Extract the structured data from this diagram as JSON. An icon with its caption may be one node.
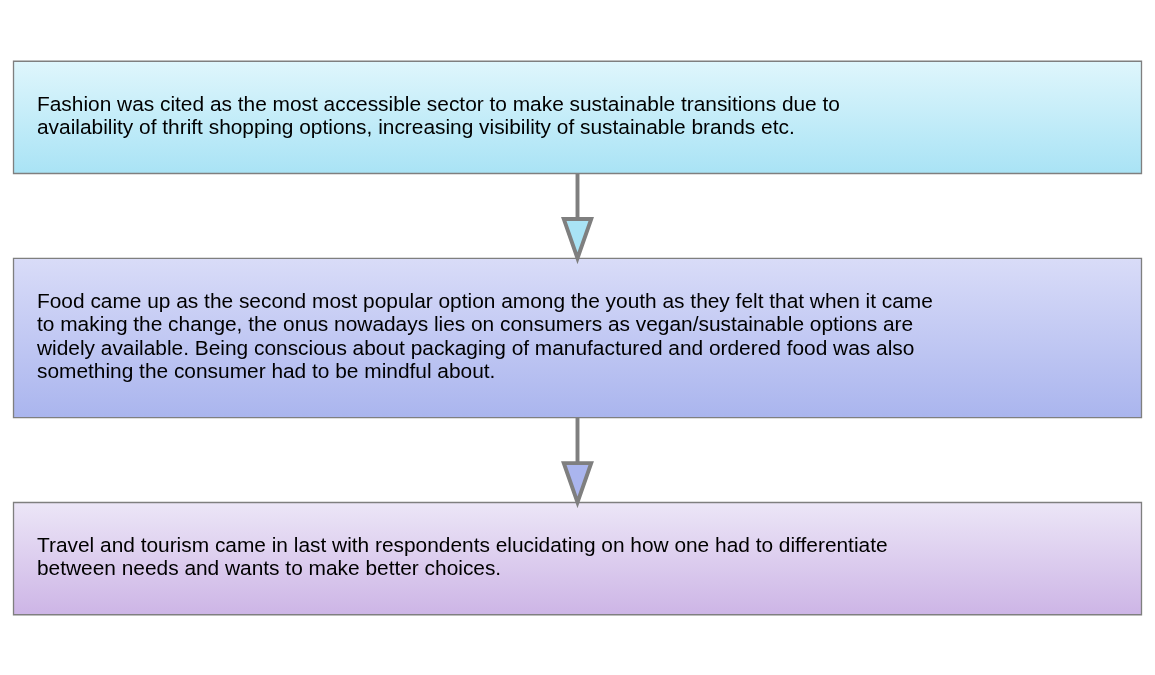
{
  "diagram": {
    "nodes": [
      {
        "text": [
          "Fashion was cited as the most accessible sector to make sustainable transitions due to availability of thrift shopping options, increasing visibility of sustainable brands etc."
        ]
      },
      {
        "text": [
          "Food came up as the second most popular option among the youth as they felt that when it came to making the change, the onus nowadays lies on consumers as vegan/sustainable options are widely available. Being conscious about packaging of manufactured and ordered food was also something the consumer had to be mindful about."
        ]
      },
      {
        "text": [
          "Travel and tourism came in last with respondents elucidating on how one had to differentiate between needs and wants to make better choices."
        ]
      }
    ],
    "edges": [
      {
        "from": 0,
        "to": 1,
        "arrow": "to"
      },
      {
        "from": 1,
        "to": 2,
        "arrow": "to"
      }
    ]
  }
}
